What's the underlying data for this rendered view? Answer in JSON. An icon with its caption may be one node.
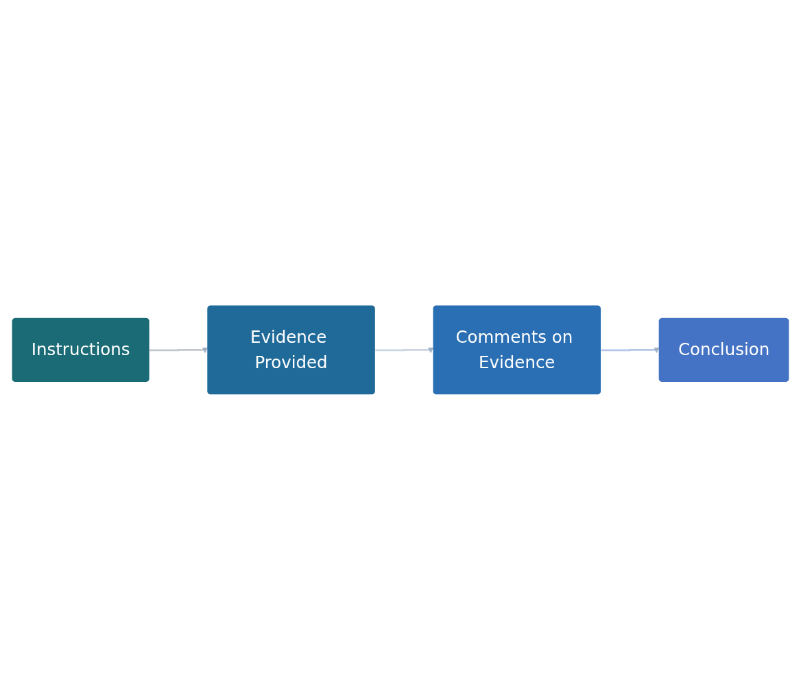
{
  "diagram": {
    "nodes": [
      {
        "text": [
          "Instructions"
        ]
      },
      {
        "text": [
          "Evidence Provided"
        ]
      },
      {
        "text": [
          "Comments on Evidence"
        ]
      },
      {
        "text": [
          "Conclusion"
        ]
      }
    ],
    "edges": [
      {
        "from": 0,
        "to": 1,
        "arrow": "to",
        "color": "#c3c7cb"
      },
      {
        "from": 1,
        "to": 2,
        "arrow": "to",
        "color": "#cbd5e1"
      },
      {
        "from": 2,
        "to": 3,
        "arrow": "to",
        "color": "#b4c7e7"
      }
    ]
  }
}
